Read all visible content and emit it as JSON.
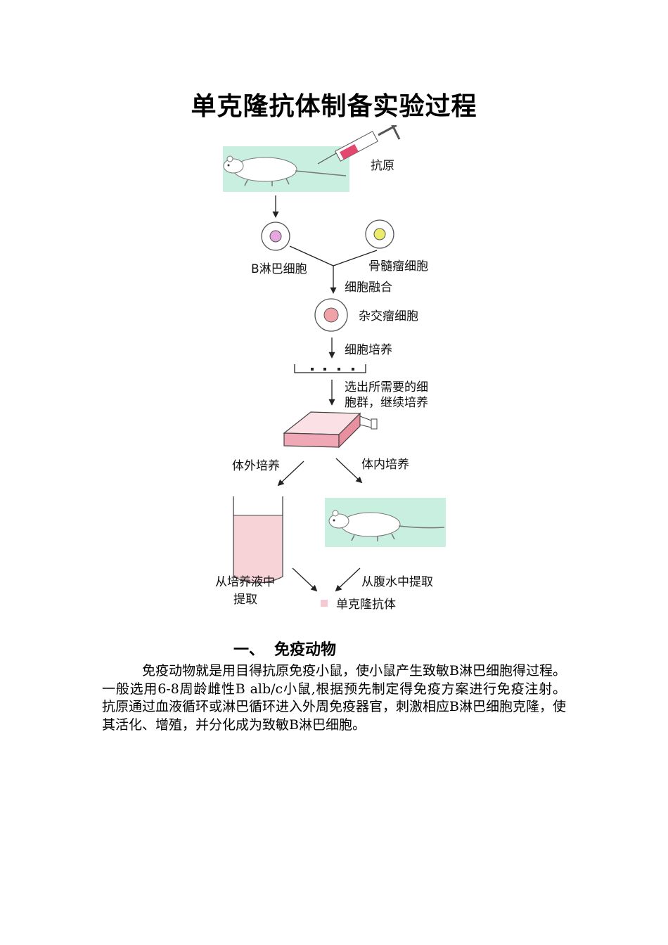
{
  "document": {
    "title": "单克隆抗体制备实验过程",
    "section1": {
      "number": "一、",
      "heading": "免疫动物",
      "paragraph": "免疫动物就是用目得抗原免疫小鼠，使小鼠产生致敏B淋巴细胞得过程。 一般选用6-8周龄雌性B alb/c小鼠,根据预先制定得免疫方案进行免疫注射。 抗原通过血液循环或淋巴循环进入外周免疫器官，刺激相应B淋巴细胞克隆，使其活化、增殖，并分化成为致敏B淋巴细胞。"
    }
  },
  "diagram": {
    "antigen": "抗原",
    "b_cell": "B淋巴细胞",
    "myeloma": "骨髓瘤细胞",
    "fusion": "细胞融合",
    "hybridoma": "杂交瘤细胞",
    "culture": "细胞培养",
    "select_line1": "选出所需要的细",
    "select_line2": "胞群，继续培养",
    "in_vitro": "体外培养",
    "in_vivo": "体内培养",
    "from_medium_line1": "从培养液中",
    "from_medium_line2": "提取",
    "from_ascites": "从腹水中提取",
    "mab": "单克隆抗体"
  },
  "colors": {
    "mouse_bg": "#c8efe0",
    "b_cell": "#e6a6de",
    "myeloma": "#ecec6a",
    "hybridoma": "#f0a3a6",
    "flask": "#f3c6cf",
    "beaker": "#f7d3d8"
  }
}
